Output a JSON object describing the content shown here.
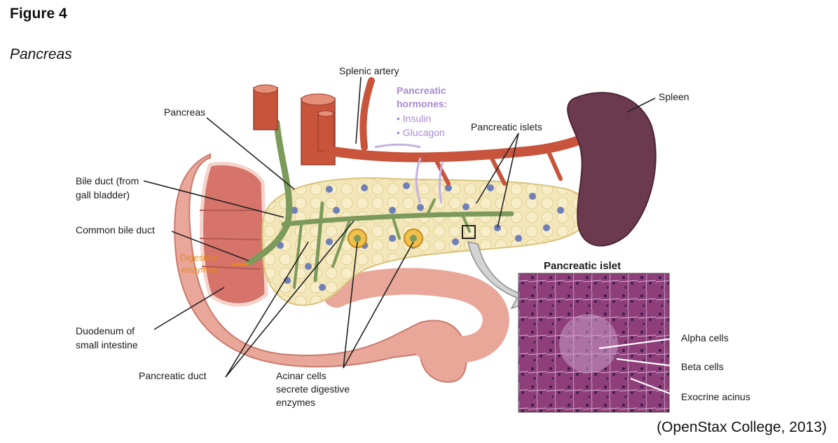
{
  "figure": {
    "title": "Figure 4",
    "subtitle": "Pancreas",
    "credit": "(OpenStax College, 2013)"
  },
  "labels": {
    "splenic_artery": "Splenic artery",
    "hormones_title_1": "Pancreatic",
    "hormones_title_2": "hormones:",
    "insulin": "• Insulin",
    "glucagon": "• Glucagon",
    "pancreatic_islets": "Pancreatic islets",
    "spleen": "Spleen",
    "pancreas": "Pancreas",
    "bile_duct_1": "Bile duct (from",
    "bile_duct_2": "gall bladder)",
    "common_bile_duct": "Common bile duct",
    "digestive_1": "Digestive",
    "digestive_2": "enzymes",
    "duodenum_1": "Duodenum of",
    "duodenum_2": "small intestine",
    "pancreatic_duct": "Pancreatic duct",
    "acinar_1": "Acinar cells",
    "acinar_2": "secrete digestive",
    "acinar_3": "enzymes",
    "inset_title": "Pancreatic islet",
    "alpha_cells": "Alpha cells",
    "beta_cells": "Beta cells",
    "exocrine_acinus": "Exocrine acinus"
  },
  "colors": {
    "artery": "#c8543c",
    "spleen": "#6b3a4e",
    "pancreas": "#f3e6b8",
    "duodenum": "#e9a79a",
    "duct": "#7c9a5a",
    "islet": "#6f7fb8",
    "hormone_text": "#a98ad0",
    "enzyme_text": "#e58a1f",
    "histology": "#8e3e78"
  }
}
